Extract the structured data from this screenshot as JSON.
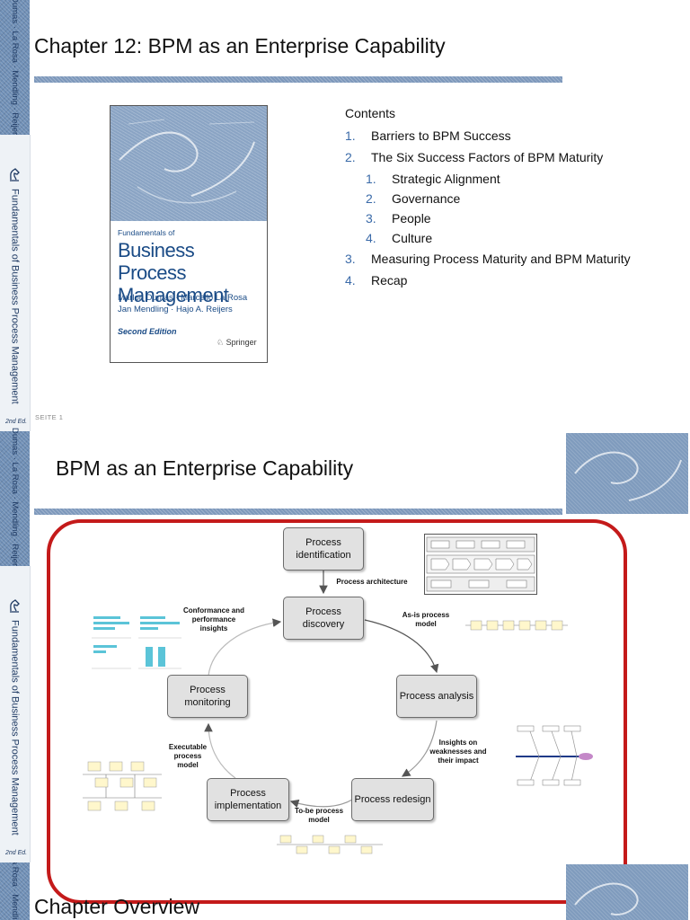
{
  "sidebar": {
    "authors": "Dumas · La Rosa · Mendling · Reijers",
    "book_title": "Fundamentals of Business Process Management",
    "edition": "2nd Ed."
  },
  "slide1": {
    "title": "Chapter 12: BPM as an Enterprise Capability",
    "book": {
      "series": "Fundamentals of",
      "title_line1": "Business Process",
      "title_line2": "Management",
      "authors_line1": "Marlon Dumas · Marcello La Rosa",
      "authors_line2": "Jan Mendling · Hajo A. Reijers",
      "edition": "Second Edition",
      "publisher": "Springer"
    },
    "contents_title": "Contents",
    "contents": [
      {
        "num": "1.",
        "label": "Barriers to BPM Success"
      },
      {
        "num": "2.",
        "label": "The Six Success Factors of BPM Maturity"
      },
      {
        "num": "1.",
        "label": "Strategic Alignment"
      },
      {
        "num": "2.",
        "label": "Governance"
      },
      {
        "num": "3.",
        "label": "People"
      },
      {
        "num": "4.",
        "label": "Culture"
      },
      {
        "num": "3.",
        "label": "Measuring Process Maturity and BPM Maturity"
      },
      {
        "num": "4.",
        "label": "Recap"
      }
    ],
    "page_label": "SEITE 1"
  },
  "slide2": {
    "title": "BPM as an Enterprise Capability",
    "nodes": {
      "identification": "Process identification",
      "discovery": "Process discovery",
      "analysis": "Process analysis",
      "redesign": "Process redesign",
      "implementation": "Process implementation",
      "monitoring": "Process monitoring"
    },
    "edge_labels": {
      "architecture": "Process architecture",
      "as_is": "As-is process model",
      "insights": "Insights on weaknesses and their impact",
      "to_be": "To-be process model",
      "executable": "Executable process model",
      "conformance": "Conformance and performance insights"
    }
  },
  "slide3": {
    "title": "Chapter Overview"
  },
  "colors": {
    "accent_blue": "#6f8fb6",
    "frame_red": "#c41a1a",
    "node_fill": "#e1e1e1",
    "list_number": "#3a6aa8"
  }
}
